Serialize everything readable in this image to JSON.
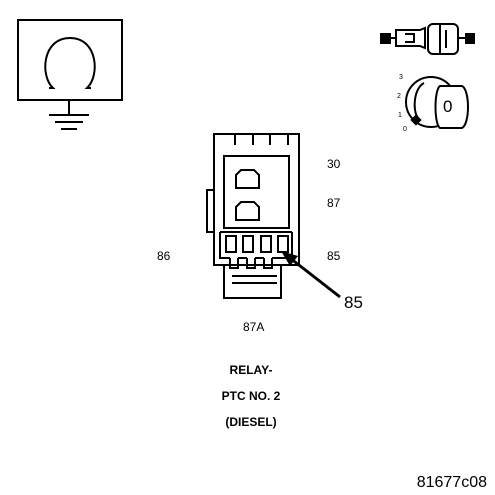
{
  "pins": {
    "p30": "30",
    "p87": "87",
    "p86": "86",
    "p85": "85",
    "p87a": "87A"
  },
  "callout": "85",
  "caption": {
    "line1": "RELAY-",
    "line2": "PTC NO. 2",
    "line3": "(DIESEL)"
  },
  "figure_id": "81677c08",
  "ignition": {
    "positions": [
      "3",
      "2",
      "1",
      "0"
    ],
    "key_label": "0"
  }
}
